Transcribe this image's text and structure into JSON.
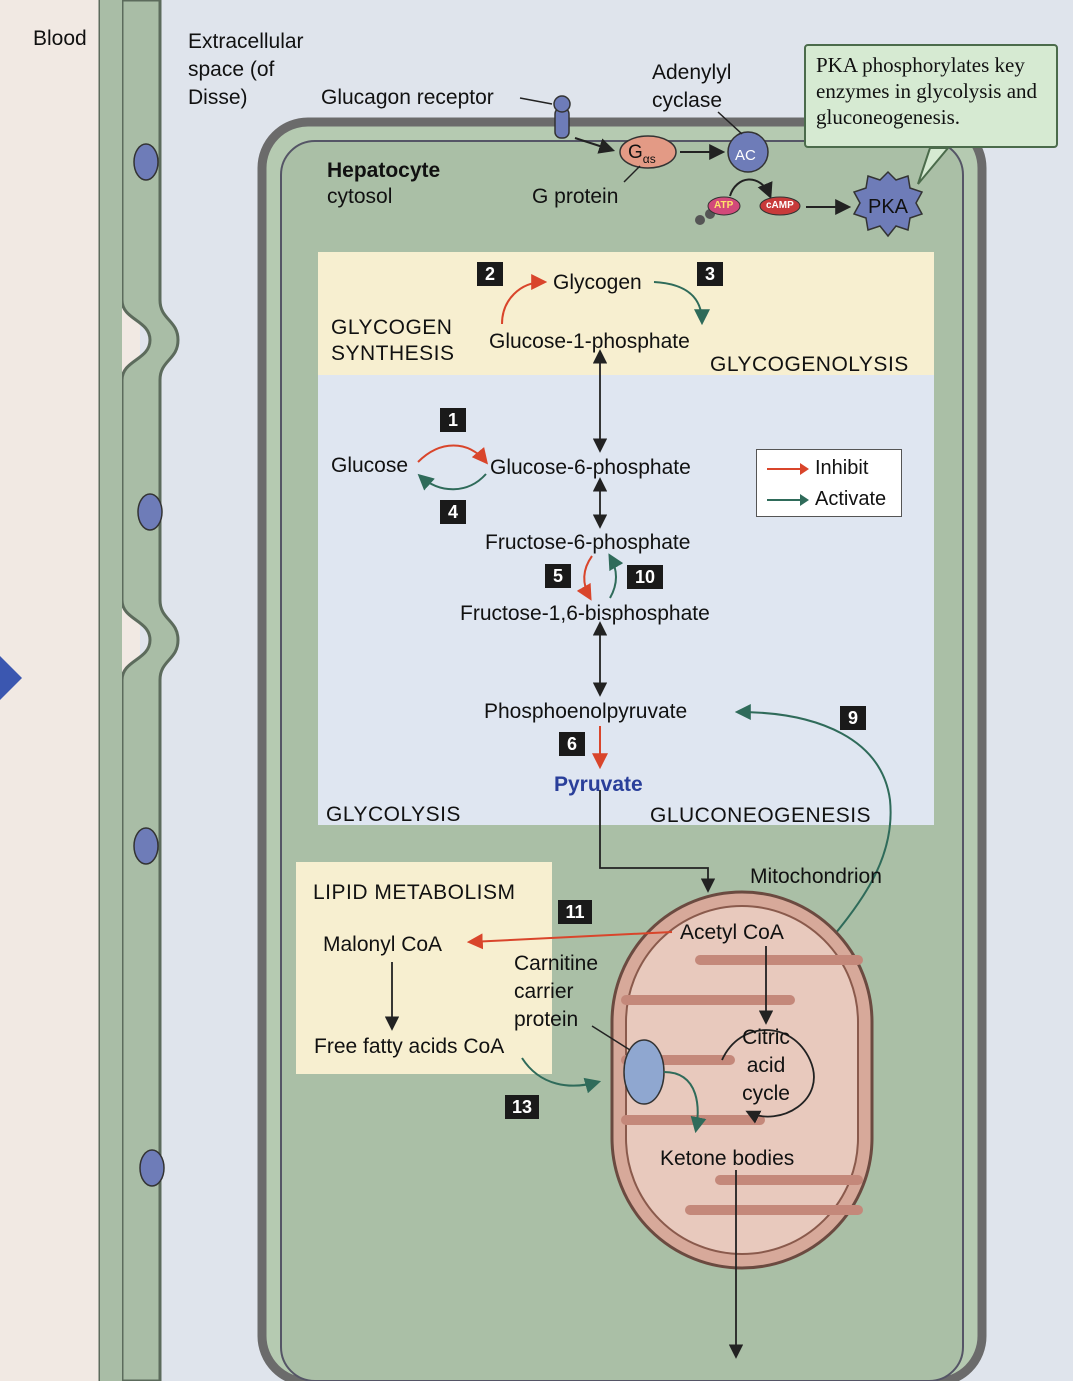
{
  "labels": {
    "blood": "Blood",
    "extracellular": "Extracellular space (of Disse)",
    "glucagon_receptor": "Glucagon receptor",
    "adenylyl_cyclase": "Adenylyl cyclase",
    "hepatocyte": "Hepatocyte",
    "cytosol": "cytosol",
    "g_protein": "G protein",
    "g_alpha_s": "G",
    "g_alpha_s_sub": "αs",
    "ac": "AC",
    "atp": "ATP",
    "camp": "cAMP",
    "pka": "PKA"
  },
  "callout": "PKA phosphorylates key enzymes in glycolysis and gluconeogenesis.",
  "legend": {
    "inhibit": "Inhibit",
    "activate": "Activate"
  },
  "sections": {
    "glycogen_synthesis": "GLYCOGEN SYNTHESIS",
    "glycogenolysis": "GLYCOGENOLYSIS",
    "glycolysis": "GLYCOLYSIS",
    "gluconeogenesis": "GLUCONEOGENESIS",
    "lipid_metabolism": "LIPID METABOLISM",
    "mitochondrion": "Mitochondrion"
  },
  "metabolites": {
    "glycogen": "Glycogen",
    "glucose_1_phosphate": "Glucose-1-phosphate",
    "glucose": "Glucose",
    "glucose_6_phosphate": "Glucose-6-phosphate",
    "fructose_6_phosphate": "Fructose-6-phosphate",
    "fructose_1_6_bisphosphate": "Fructose-1,6-bisphosphate",
    "phosphoenolpyruvate": "Phosphoenolpyruvate",
    "pyruvate": "Pyruvate",
    "malonyl_coa": "Malonyl CoA",
    "free_fatty_acids_coa": "Free fatty acids CoA",
    "carnitine_carrier_protein": "Carnitine carrier protein",
    "acetyl_coa": "Acetyl CoA",
    "citric_acid_cycle": "Citric acid cycle",
    "ketone_bodies": "Ketone bodies"
  },
  "steps": [
    "1",
    "2",
    "3",
    "4",
    "5",
    "6",
    "9",
    "10",
    "11",
    "13"
  ],
  "colors": {
    "inhibit": "#d9452b",
    "activate": "#2f6b5a",
    "cell_fill": "#b5cab1",
    "cell_border": "#6b6b6b",
    "cream_panel": "#f7efd0",
    "blue_panel": "#dfe6f1",
    "mito_fill": "#d7a99a",
    "membrane_fill": "#7a8b86",
    "g_protein": "#e39a85",
    "pka": "#6e7cb8",
    "callout_fill": "#d6ead2"
  }
}
